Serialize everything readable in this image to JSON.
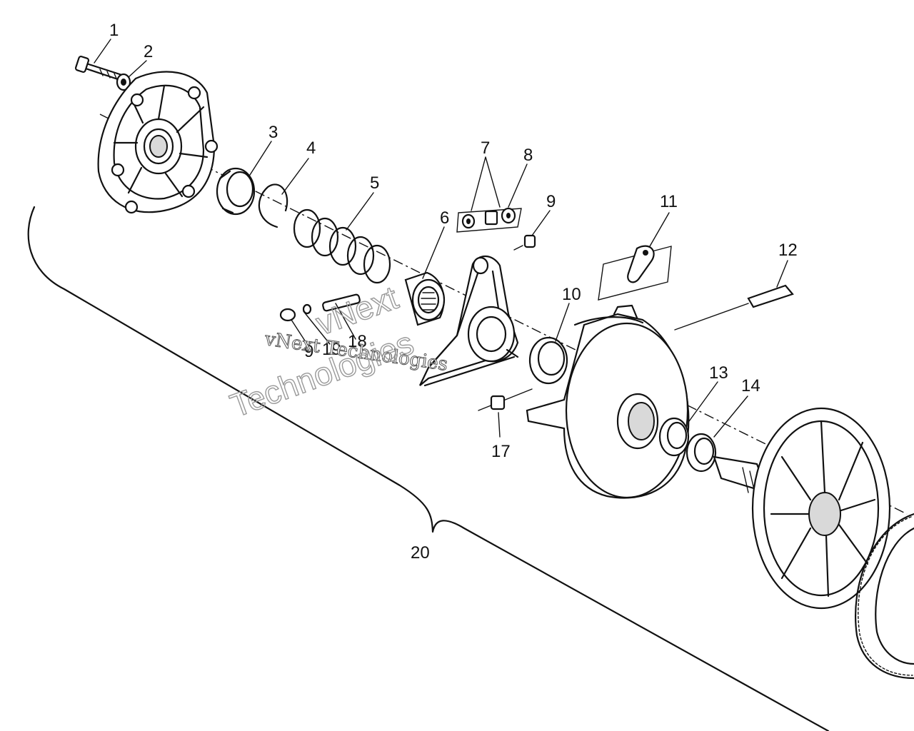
{
  "callouts": {
    "c1": "1",
    "c2": "2",
    "c3": "3",
    "c4": "4",
    "c5": "5",
    "c6": "6",
    "c7": "7",
    "c8": "8",
    "c9a": "9",
    "c9b": "9",
    "c10": "10",
    "c11": "11",
    "c12": "12",
    "c13": "13",
    "c14": "14",
    "c17": "17",
    "c18": "18",
    "c19": "19",
    "c20": "20"
  },
  "watermark": {
    "line1": "vNext Technologies",
    "line2": "vNext",
    "line3": "Technologies"
  }
}
